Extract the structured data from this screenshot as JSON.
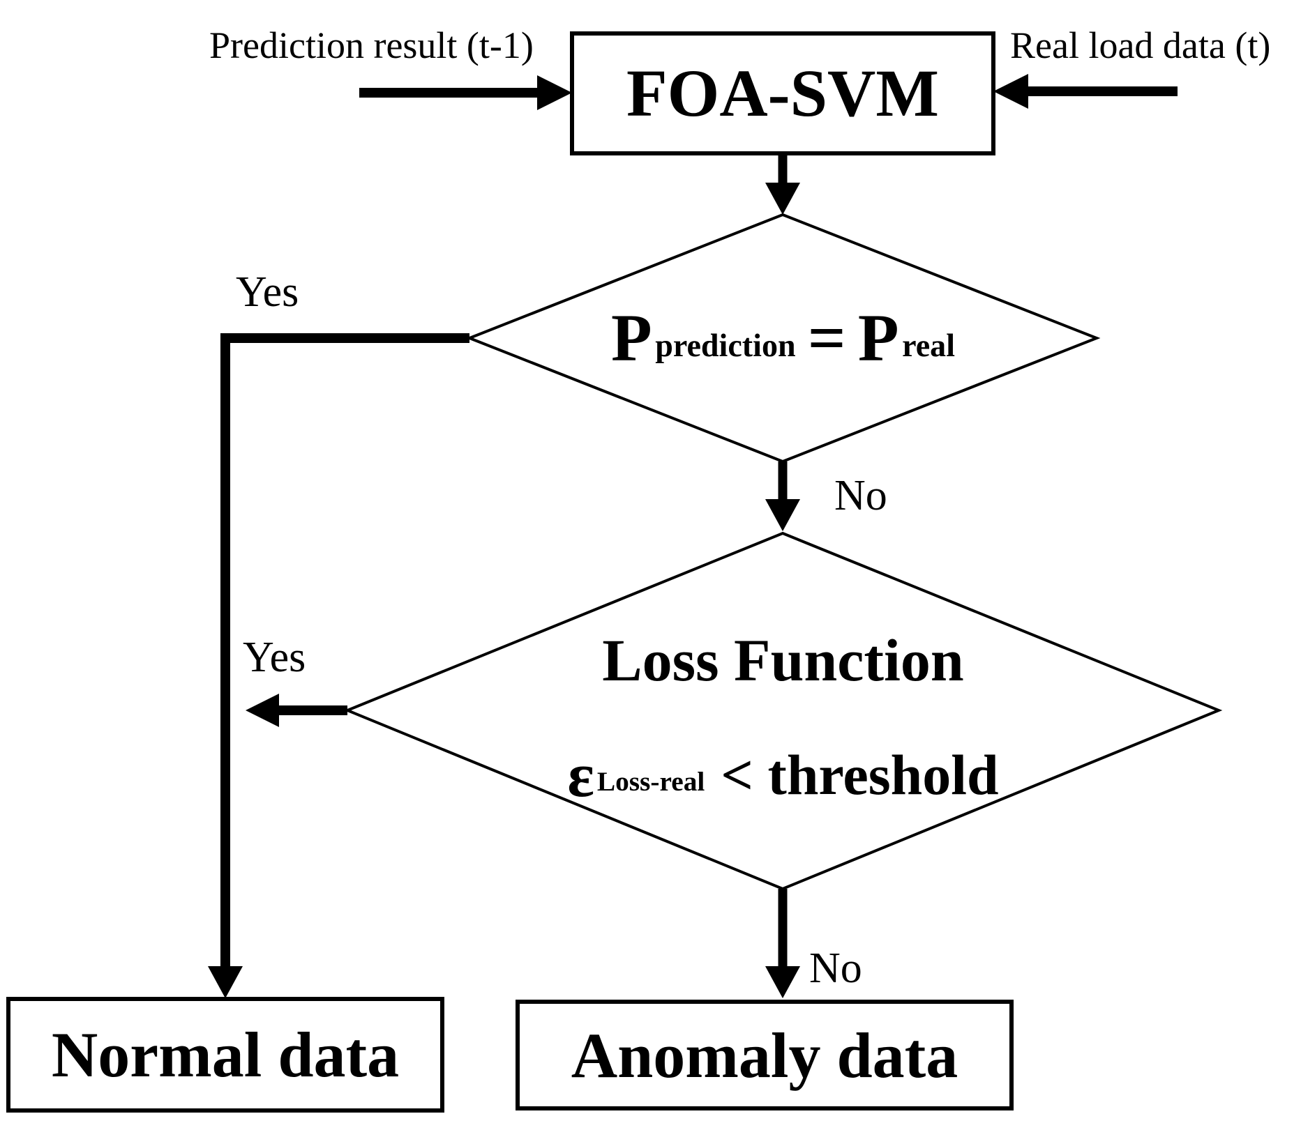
{
  "inputs": {
    "prediction": "Prediction result (t-1)",
    "real_load": "Real load data (t)"
  },
  "process_box": "FOA-SVM",
  "decision1": {
    "p_left": "P",
    "p_left_sub": "prediction",
    "equals": "=",
    "p_right": "P",
    "p_right_sub": "real",
    "yes": "Yes",
    "no": "No"
  },
  "decision2": {
    "line1": "Loss Function",
    "epsilon": "ε",
    "epsilon_sub": "Loss-real",
    "comparison": "< threshold",
    "yes": "Yes",
    "no": "No"
  },
  "outputs": {
    "normal": "Normal data",
    "anomaly": "Anomaly data"
  },
  "colors": {
    "ink": "#000000",
    "background": "#ffffff"
  }
}
